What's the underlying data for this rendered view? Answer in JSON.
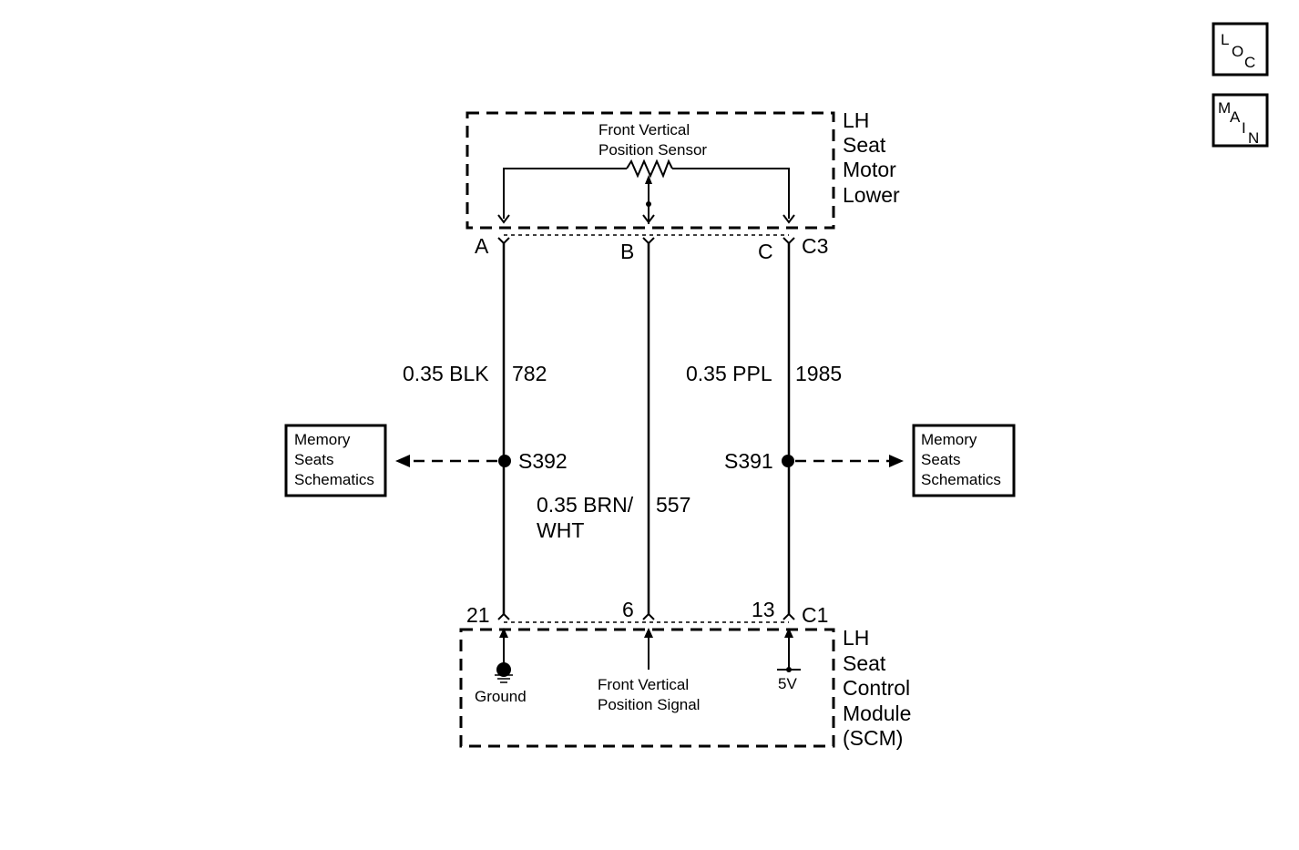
{
  "nav": {
    "loc": [
      "L",
      "O",
      "C"
    ],
    "main": [
      "M",
      "A",
      "I",
      "N"
    ]
  },
  "top_module": {
    "name_lines": [
      "LH",
      "Seat",
      "Motor",
      "Lower"
    ],
    "sensor_lines": [
      "Front Vertical",
      "Position Sensor"
    ],
    "connector": "C3",
    "pins": [
      "A",
      "B",
      "C"
    ]
  },
  "bottom_module": {
    "name_lines": [
      "LH",
      "Seat",
      "Control",
      "Module",
      "(SCM)"
    ],
    "connector": "C1",
    "pins": [
      "21",
      "6",
      "13"
    ],
    "ground_label": "Ground",
    "signal_lines": [
      "Front Vertical",
      "Position Signal"
    ],
    "ref_label": "5V"
  },
  "wires": [
    {
      "label": "0.35 BLK",
      "circuit": "782"
    },
    {
      "label_lines": [
        "0.35 BRN/",
        "WHT"
      ],
      "circuit": "557"
    },
    {
      "label": "0.35 PPL",
      "circuit": "1985"
    }
  ],
  "splices": [
    {
      "id": "S392",
      "ref_lines": [
        "Memory",
        "Seats",
        "Schematics"
      ]
    },
    {
      "id": "S391",
      "ref_lines": [
        "Memory",
        "Seats",
        "Schematics"
      ]
    }
  ]
}
